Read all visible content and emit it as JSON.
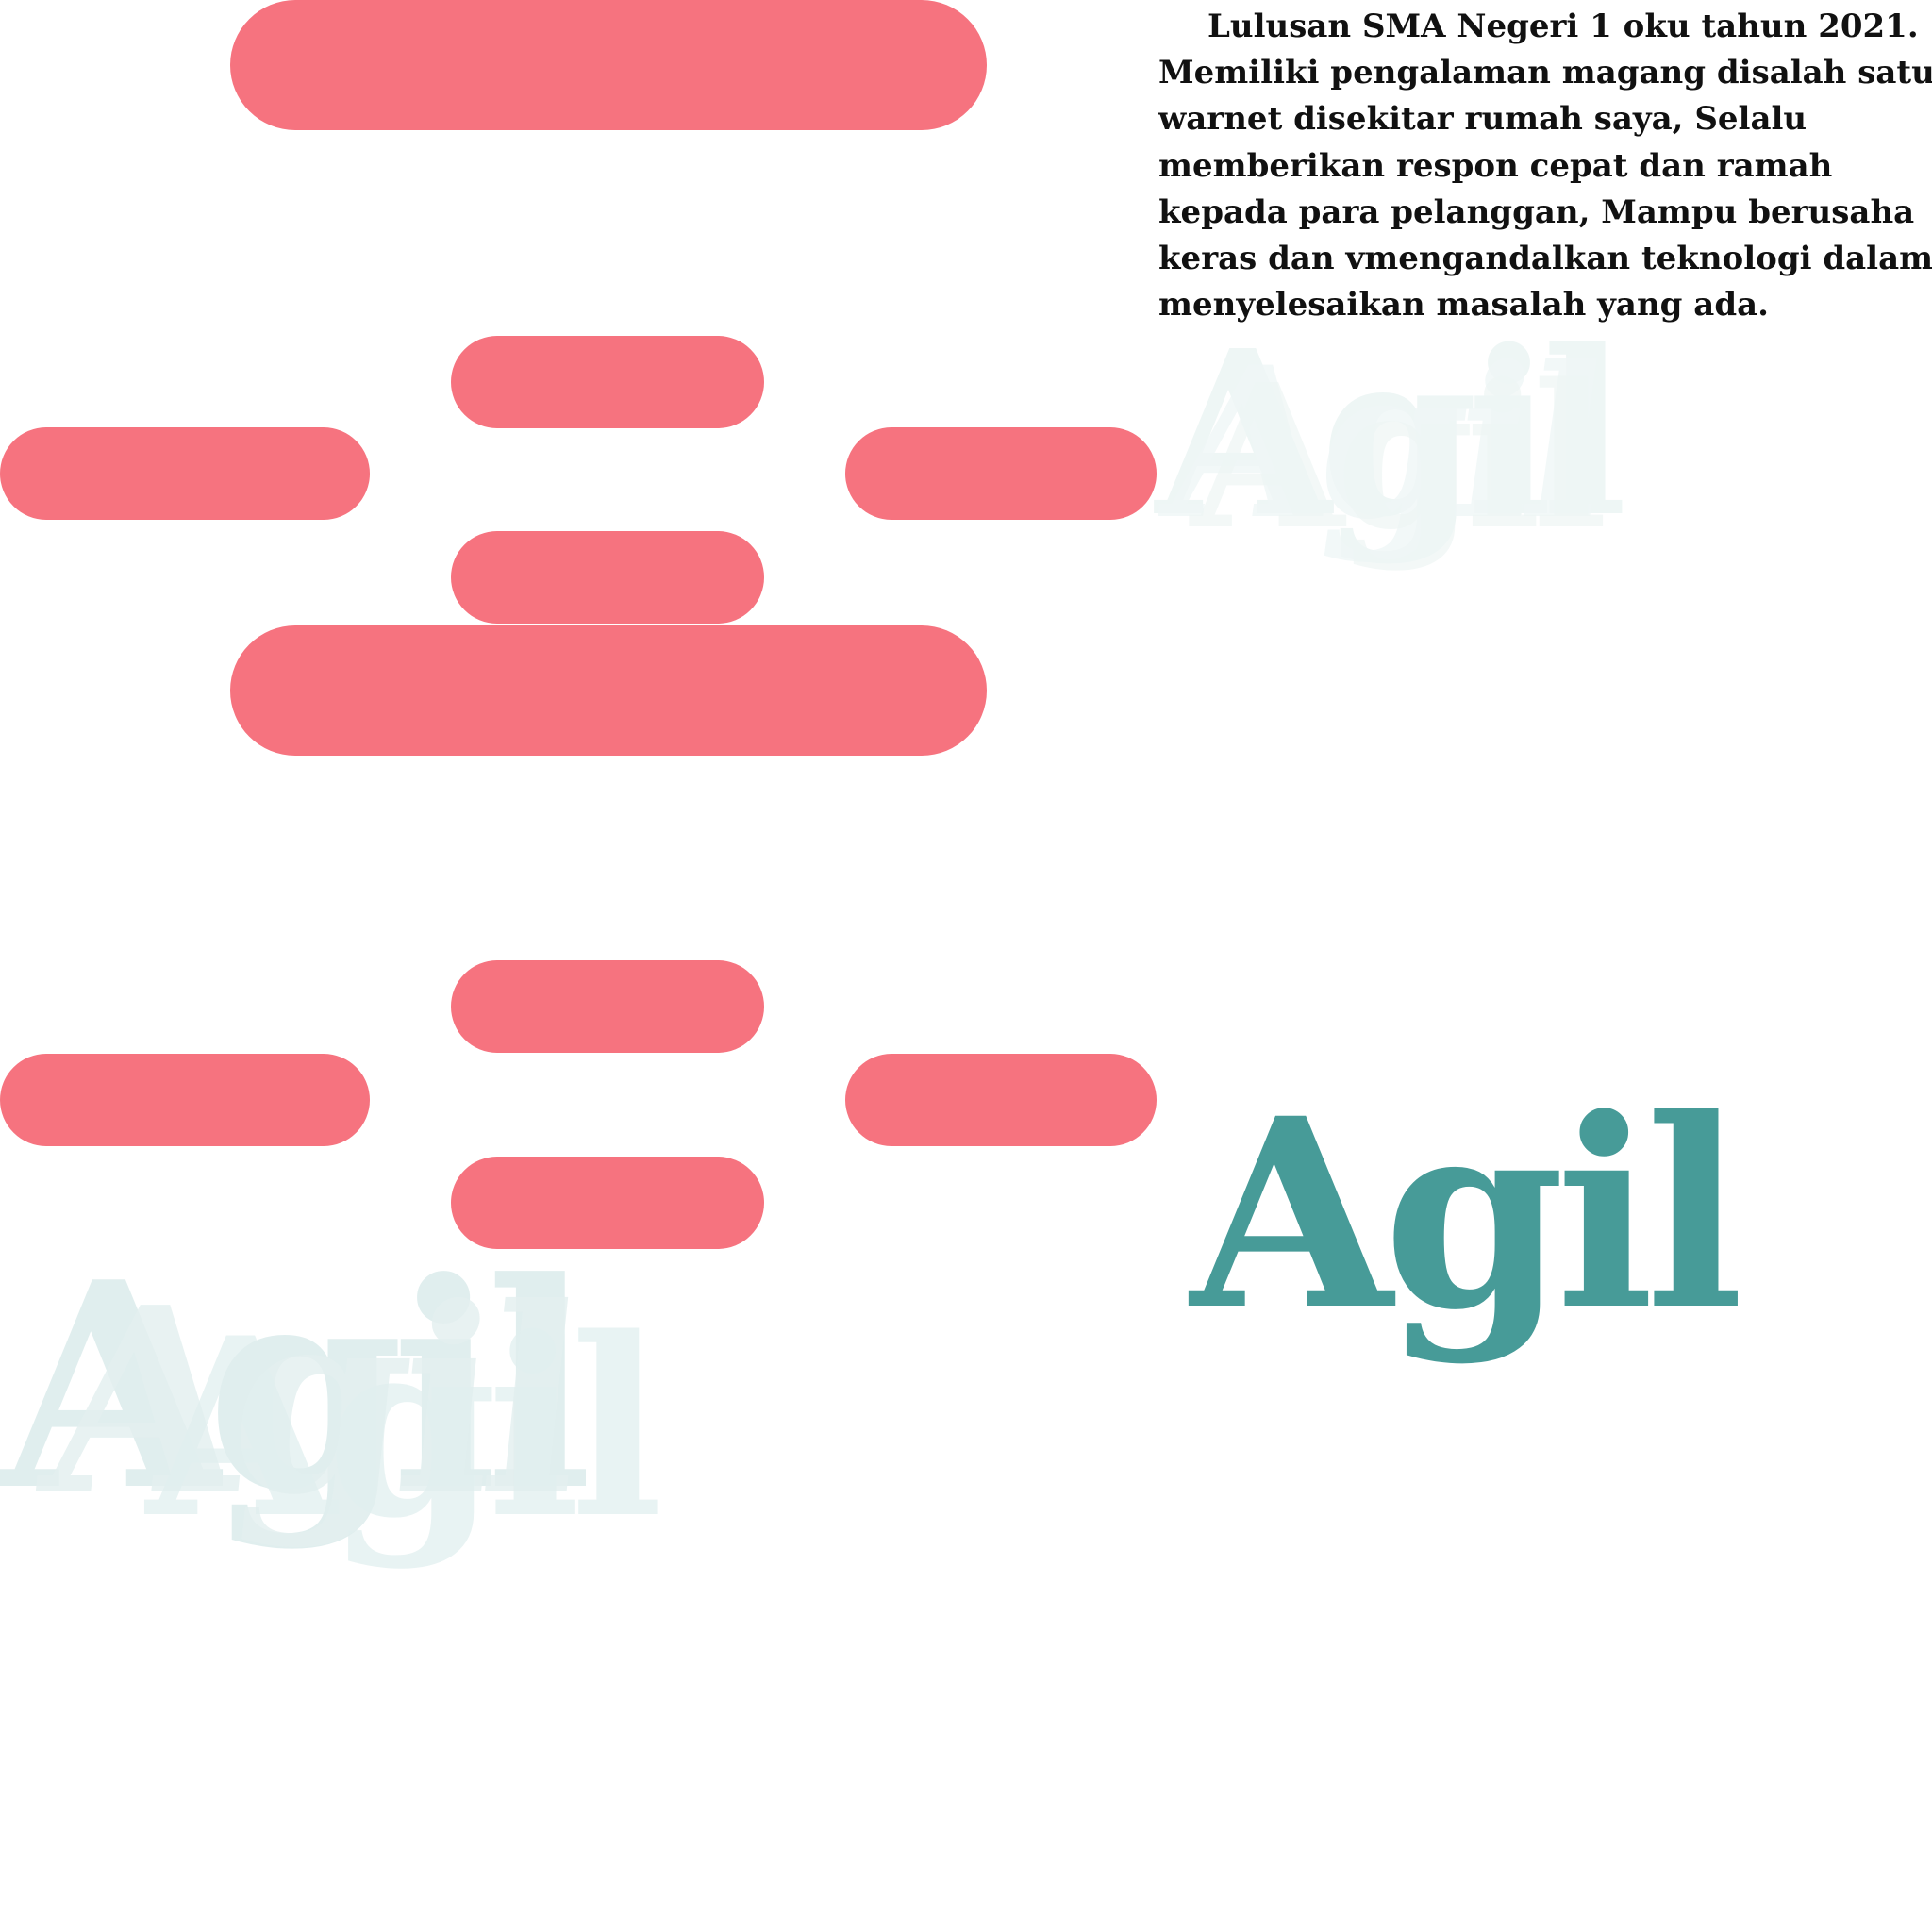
{
  "profile": {
    "bio_lines": [
      "Lulusan SMA Negeri 1 oku tahun 2021.",
      "Memiliki pengalaman magang disalah satu",
      "warnet disekitar rumah saya, Selalu",
      "memberikan respon cepat dan ramah",
      "kepada para pelanggan, Mampu berusaha",
      "keras dan vmengandalkan teknologi dalam",
      "menyelesaikan masalah yang ada."
    ],
    "name": "Agil"
  },
  "colors": {
    "accent_pink": "#f6737f",
    "teal": "#479b98",
    "ghost_teal": "#e4f0f0",
    "text": "#111111",
    "background": "#ffffff"
  }
}
